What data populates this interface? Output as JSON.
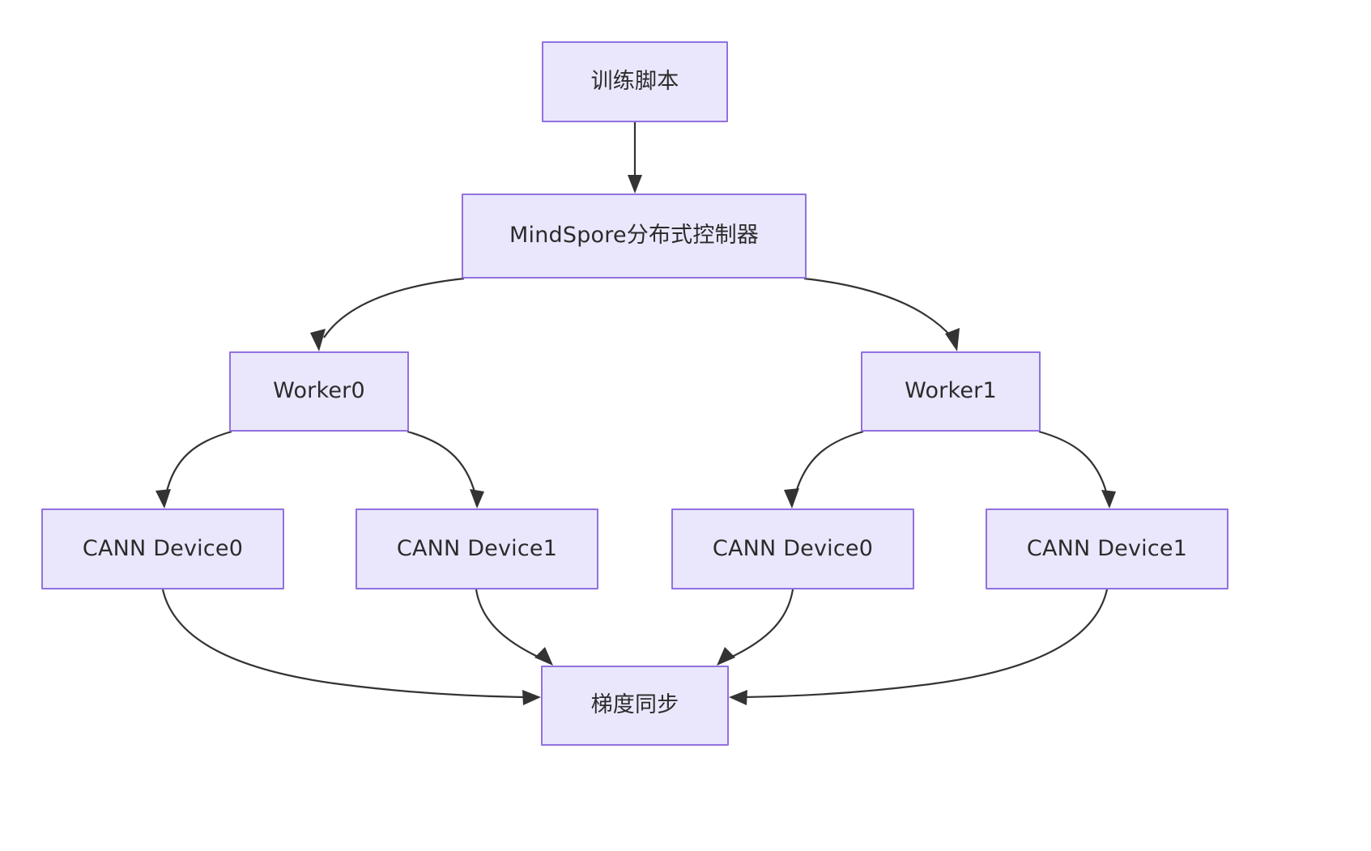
{
  "diagram": {
    "type": "flowchart",
    "direction": "top-down",
    "title": "",
    "theme": {
      "node_fill": "#EAE7FC",
      "node_border": "#9271E0",
      "edge_color": "#333333",
      "text_color": "#2b2b2b",
      "background": "#ffffff"
    },
    "nodes": [
      {
        "id": "train_script",
        "label": "训练脚本",
        "level": 0
      },
      {
        "id": "controller",
        "label": "MindSpore分布式控制器",
        "level": 1
      },
      {
        "id": "worker0",
        "label": "Worker0",
        "level": 2
      },
      {
        "id": "worker1",
        "label": "Worker1",
        "level": 2
      },
      {
        "id": "cann_0_0",
        "label": "CANN Device0",
        "level": 3
      },
      {
        "id": "cann_0_1",
        "label": "CANN Device1",
        "level": 3
      },
      {
        "id": "cann_1_0",
        "label": "CANN Device0",
        "level": 3
      },
      {
        "id": "cann_1_1",
        "label": "CANN Device1",
        "level": 3
      },
      {
        "id": "grad_sync",
        "label": "梯度同步",
        "level": 4
      }
    ],
    "edges": [
      {
        "from": "train_script",
        "to": "controller",
        "label": ""
      },
      {
        "from": "controller",
        "to": "worker0",
        "label": ""
      },
      {
        "from": "controller",
        "to": "worker1",
        "label": ""
      },
      {
        "from": "worker0",
        "to": "cann_0_0",
        "label": ""
      },
      {
        "from": "worker0",
        "to": "cann_0_1",
        "label": ""
      },
      {
        "from": "worker1",
        "to": "cann_1_0",
        "label": ""
      },
      {
        "from": "worker1",
        "to": "cann_1_1",
        "label": ""
      },
      {
        "from": "cann_0_0",
        "to": "grad_sync",
        "label": ""
      },
      {
        "from": "cann_0_1",
        "to": "grad_sync",
        "label": ""
      },
      {
        "from": "cann_1_0",
        "to": "grad_sync",
        "label": ""
      },
      {
        "from": "cann_1_1",
        "to": "grad_sync",
        "label": ""
      }
    ]
  }
}
